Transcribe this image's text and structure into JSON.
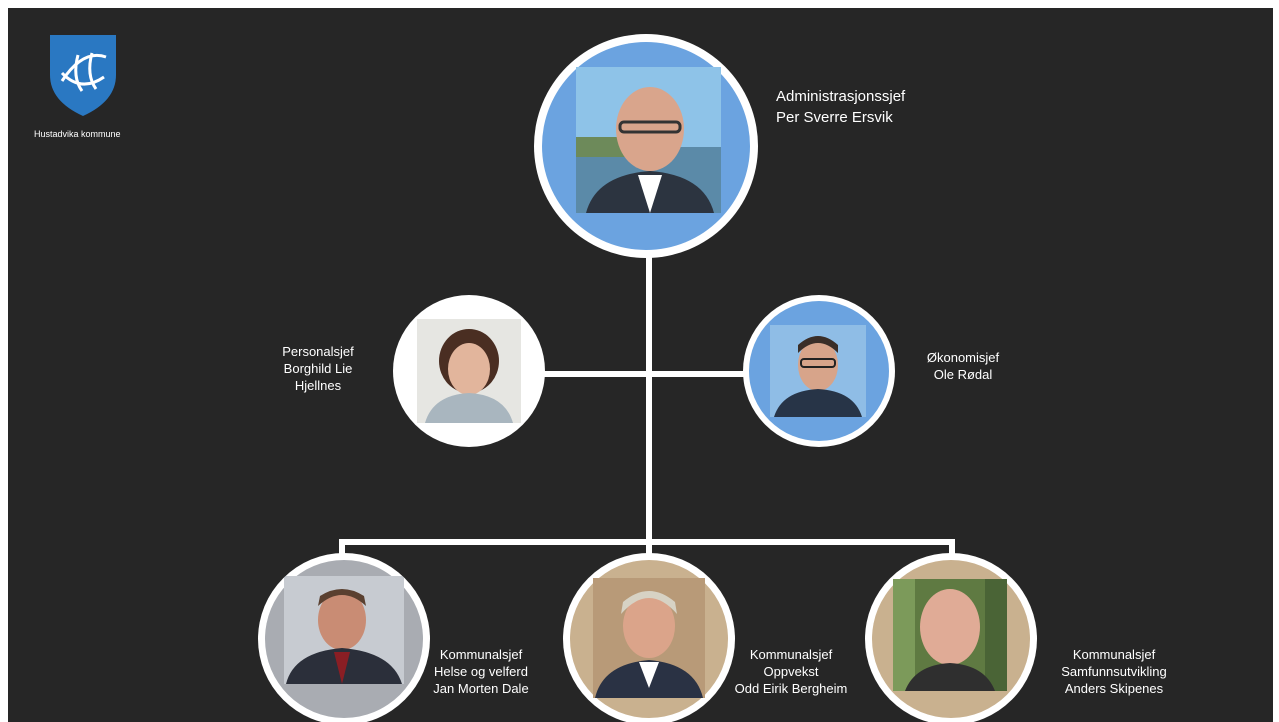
{
  "logo": {
    "name": "Hustadvika kommune",
    "icon": "hustadvika-coat-of-arms-icon",
    "color": "#2a78c2"
  },
  "colors": {
    "background": "#262626",
    "connector": "#ffffff",
    "ring_blue": "#6ba3e0",
    "ring_grey": "#a9acb2",
    "ring_tan": "#c9b18f"
  },
  "top": {
    "title": "Administrasjonssjef",
    "name": "Per Sverre Ersvik"
  },
  "middle": [
    {
      "lines": [
        "Personalsjef",
        "Borghild Lie",
        "Hjellnes"
      ]
    },
    {
      "lines": [
        "Økonomisjef",
        "Ole Rødal"
      ]
    }
  ],
  "bottom": [
    {
      "lines": [
        "Kommunalsjef",
        "Helse og velferd",
        "Jan Morten Dale"
      ]
    },
    {
      "lines": [
        "Kommunalsjef",
        "Oppvekst",
        "Odd Eirik Bergheim"
      ]
    },
    {
      "lines": [
        "Kommunalsjef",
        "Samfunnsutvikling",
        "Anders Skipenes"
      ]
    }
  ]
}
